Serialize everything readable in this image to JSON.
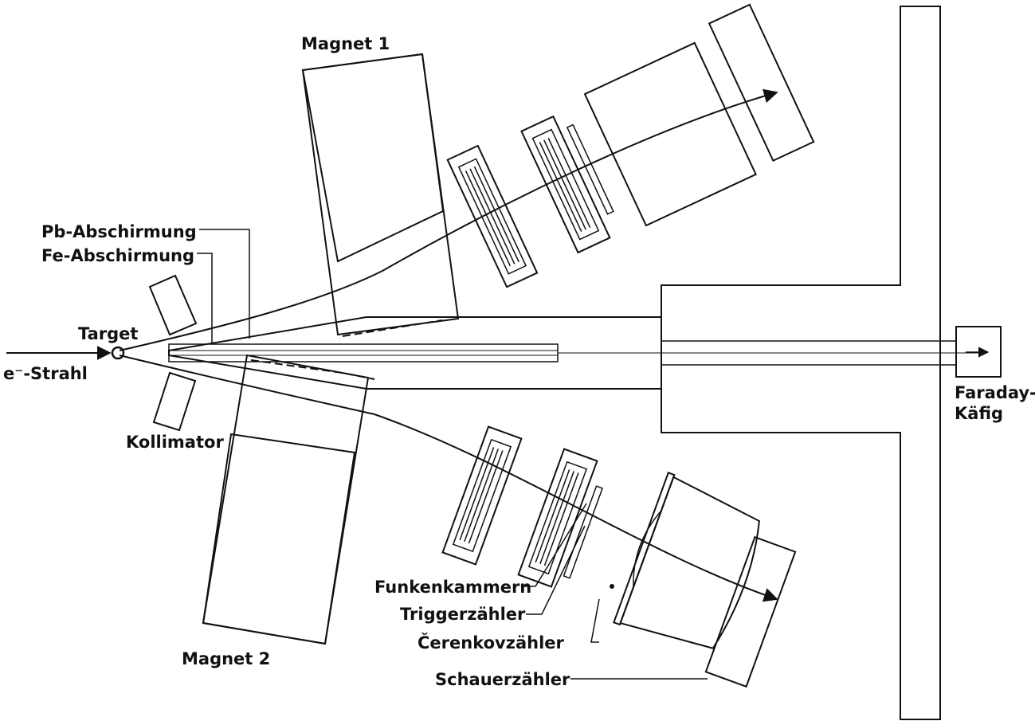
{
  "labels": {
    "magnet1": "Magnet 1",
    "magnet2": "Magnet 2",
    "pb_shield": "Pb-Abschirmung",
    "fe_shield": "Fe-Abschirmung",
    "target": "Target",
    "beam": "e⁻-Strahl",
    "collimator": "Kollimator",
    "faraday_line1": "Faraday-",
    "faraday_line2": "Käfig",
    "spark_chambers": "Funkenkammern",
    "trigger_counter": "Triggerzähler",
    "cerenkov_counter": "Čerenkovzähler",
    "shower_counter": "Schauerzähler"
  },
  "colors": {
    "ink": "#111111",
    "paper": "#ffffff"
  }
}
